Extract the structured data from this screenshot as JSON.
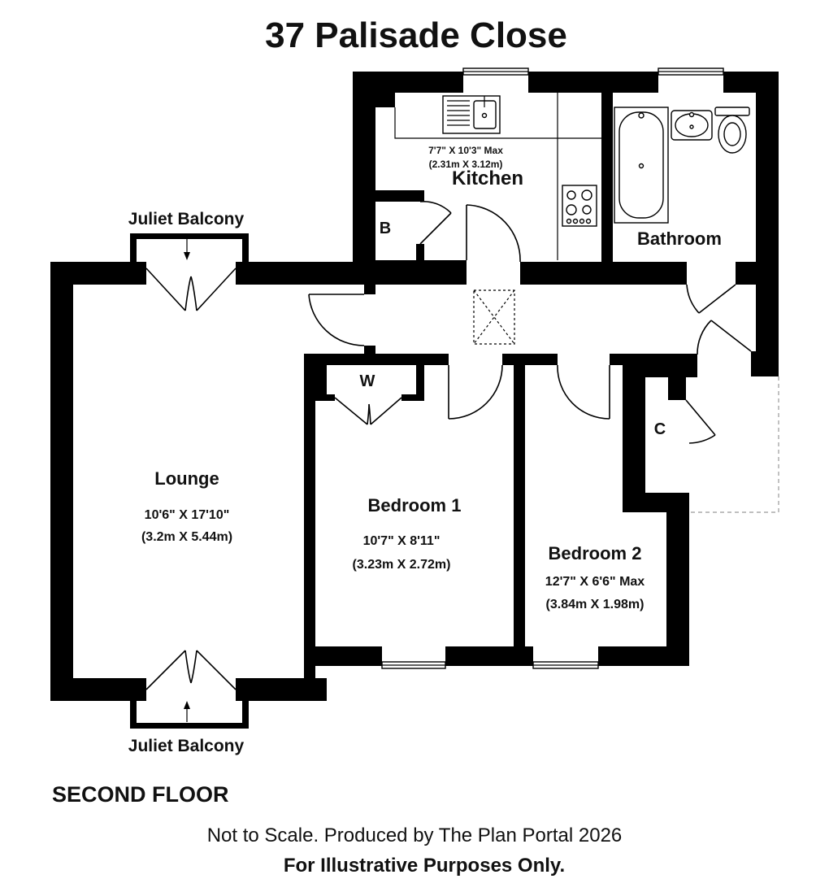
{
  "title": "37 Palisade Close",
  "floor_label": "SECOND FLOOR",
  "footer": {
    "line1": "Not to Scale. Produced by The Plan Portal 2026",
    "line2": "For Illustrative Purposes Only."
  },
  "rooms": {
    "kitchen": {
      "name": "Kitchen",
      "dims_imperial": "7'7\" X 10'3\" Max",
      "dims_metric": "(2.31m X 3.12m)"
    },
    "bathroom": {
      "name": "Bathroom"
    },
    "lounge": {
      "name": "Lounge",
      "dims_imperial": "10'6\" X 17'10\"",
      "dims_metric": "(3.2m X 5.44m)"
    },
    "bedroom1": {
      "name": "Bedroom 1",
      "dims_imperial": "10'7\" X 8'11\"",
      "dims_metric": "(3.23m X 2.72m)"
    },
    "bedroom2": {
      "name": "Bedroom 2",
      "dims_imperial": "12'7\" X 6'6\" Max",
      "dims_metric": "(3.84m X 1.98m)"
    }
  },
  "labels": {
    "juliet_top": "Juliet Balcony",
    "juliet_bottom": "Juliet Balcony",
    "boiler": "B",
    "wardrobe": "W",
    "cupboard": "C"
  }
}
